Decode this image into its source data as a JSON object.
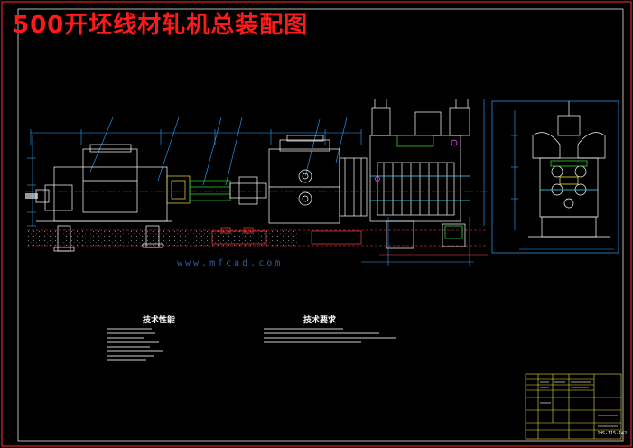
{
  "title": "500开坯线材轧机总装配图",
  "notes": {
    "performance_heading": "技术性能",
    "requirements_heading": "技术要求"
  },
  "watermark": "www.mfcad.com",
  "title_block": {
    "drawing_no": "JHS-115-142"
  },
  "colors": {
    "background": "#000000",
    "frame": "#ff3030",
    "inner_border": "#ffffff",
    "title": "#ff1a1a",
    "machine_lines": "#ffffff",
    "dimension_lines": "#2ea3ff",
    "foundation": "#ff4040",
    "accent_yellow": "#e8e040",
    "accent_green": "#30d030",
    "accent_cyan": "#40e0ff",
    "accent_magenta": "#ff40ff"
  }
}
